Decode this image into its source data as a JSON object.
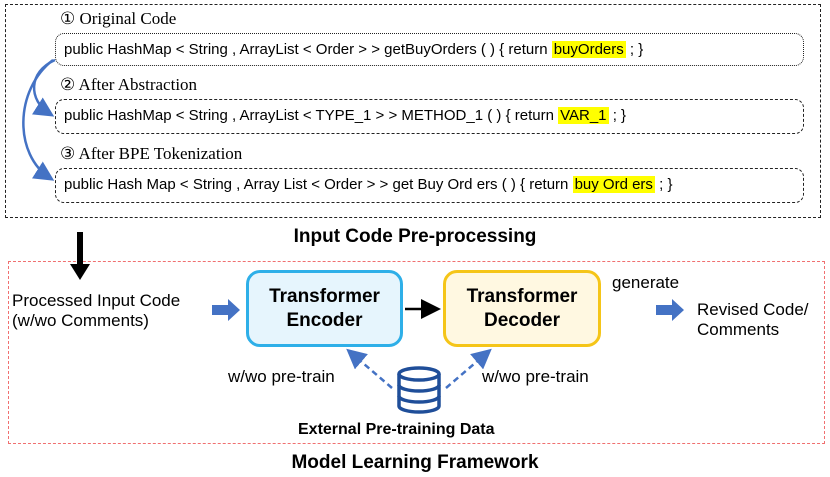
{
  "preprocessing": {
    "title": "Input Code Pre-processing",
    "steps": [
      {
        "label": "① Original Code",
        "code_prefix": "public HashMap < String , ArrayList < Order > > getBuyOrders ( ) { return ",
        "highlight": "buyOrders",
        "code_suffix": " ; }"
      },
      {
        "label": "② After Abstraction",
        "code_prefix": "public HashMap < String , ArrayList < TYPE_1 > > METHOD_1 ( ) { return ",
        "highlight": "VAR_1",
        "code_suffix": " ; }"
      },
      {
        "label": "③ After BPE Tokenization",
        "code_prefix": "public Hash Map < String , Array List < Order > > get Buy Ord ers ( ) { return ",
        "highlight": "buy Ord ers",
        "code_suffix": " ; }"
      }
    ]
  },
  "framework": {
    "title": "Model Learning Framework",
    "input_line1": "Processed Input Code",
    "input_line2": "(w/wo Comments)",
    "encoder_line1": "Transformer",
    "encoder_line2": "Encoder",
    "decoder_line1": "Transformer",
    "decoder_line2": "Decoder",
    "generate": "generate",
    "output_line1": "Revised Code/",
    "output_line2": "Comments",
    "pretrain_left": "w/wo pre-train",
    "pretrain_right": "w/wo pre-train",
    "external_data": "External Pre-training Data"
  },
  "colors": {
    "encoder_border": "#2eafe8",
    "encoder_fill": "#e6f5fd",
    "decoder_border": "#f5c518",
    "decoder_fill": "#fff8e1",
    "arrow_blue": "#4472c4",
    "highlight": "#ffff00",
    "frame_red": "#f07070"
  }
}
